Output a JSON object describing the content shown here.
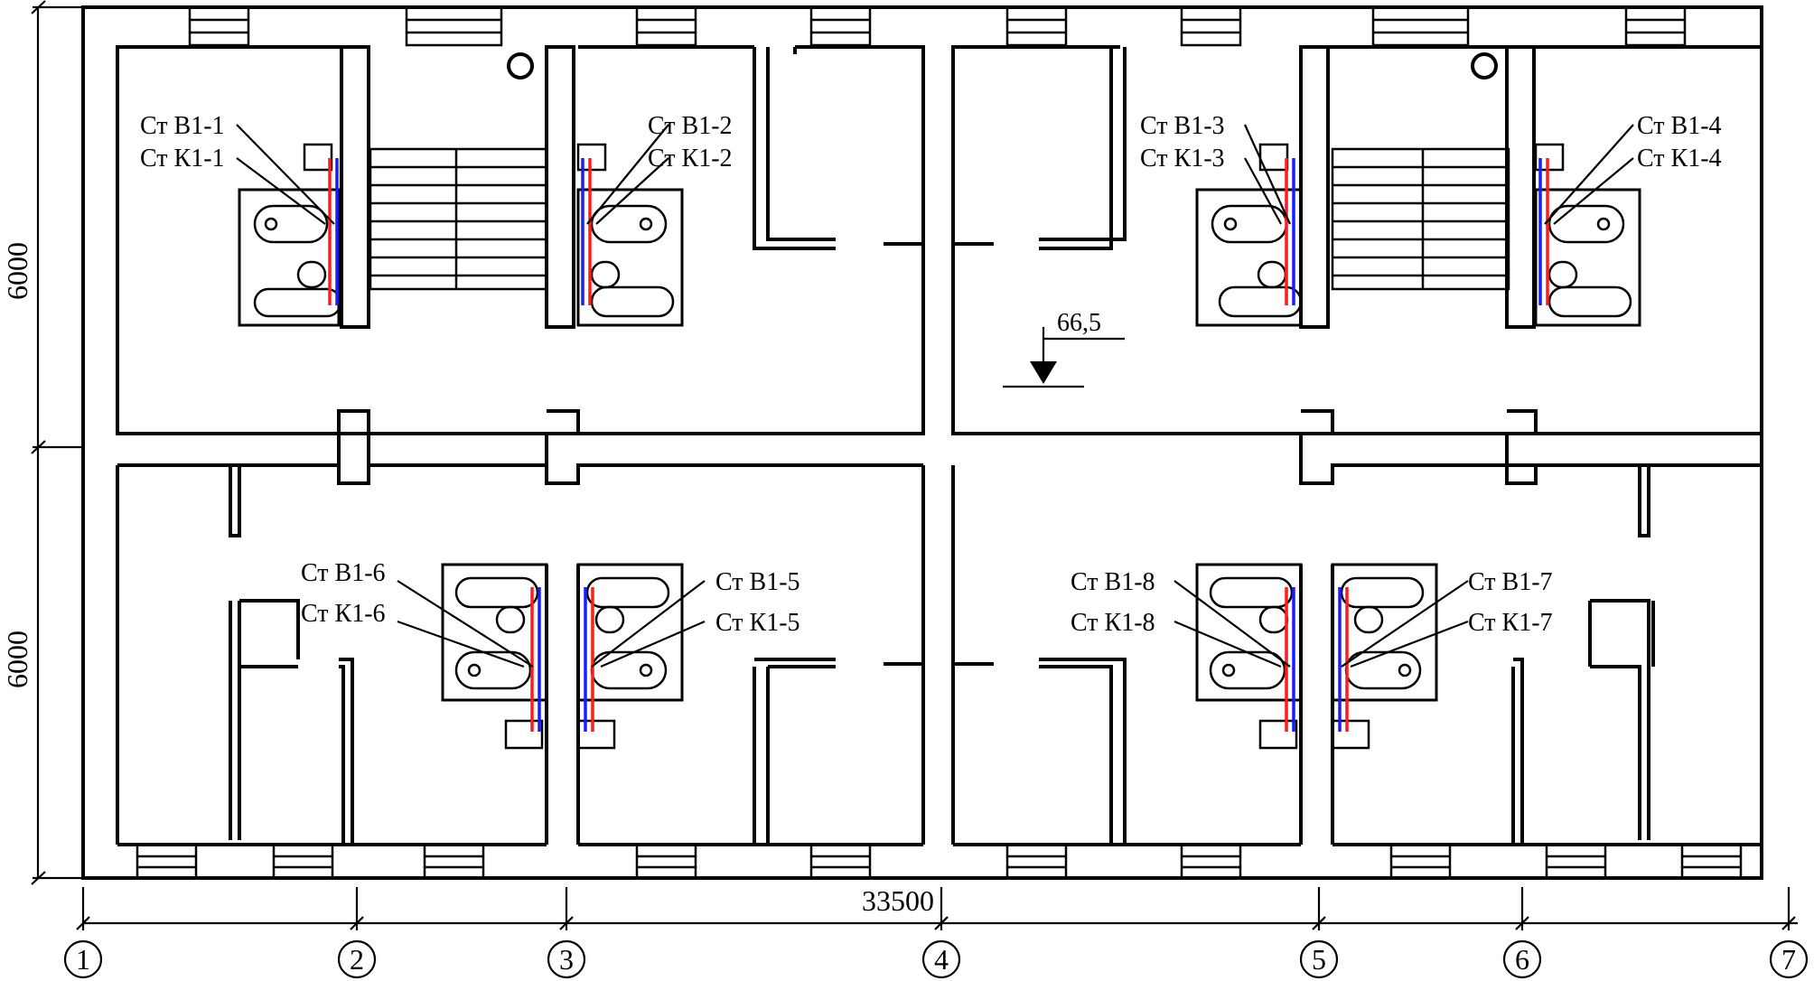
{
  "dimensions": {
    "overall_width": "33500",
    "bay_upper": "6000",
    "bay_lower": "6000"
  },
  "level_mark": "66,5",
  "axes": [
    "1",
    "2",
    "3",
    "4",
    "5",
    "6",
    "7"
  ],
  "risers": [
    {
      "v": "Ст В1-1",
      "k": "Ст К1-1"
    },
    {
      "v": "Ст В1-2",
      "k": "Ст К1-2"
    },
    {
      "v": "Ст В1-3",
      "k": "Ст К1-3"
    },
    {
      "v": "Ст В1-4",
      "k": "Ст К1-4"
    },
    {
      "v": "Ст В1-5",
      "k": "Ст К1-5"
    },
    {
      "v": "Ст В1-6",
      "k": "Ст К1-6"
    },
    {
      "v": "Ст В1-7",
      "k": "Ст К1-7"
    },
    {
      "v": "Ст В1-8",
      "k": "Ст К1-8"
    }
  ],
  "colors": {
    "cold_water": "#1c1cff",
    "hot_water": "#ff1c1c",
    "lines": "#000000"
  }
}
